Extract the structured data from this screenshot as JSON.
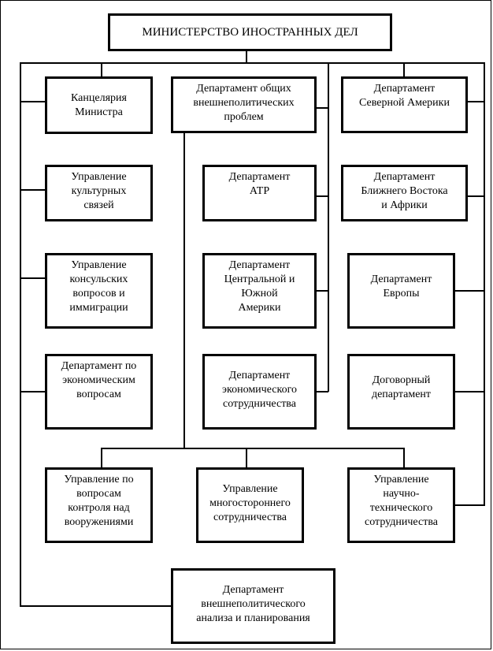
{
  "diagram": {
    "top": "МИНИСТЕРСТВО ИНОСТРАННЫХ ДЕЛ",
    "left_column": [
      "Канцелярия\nМинистра",
      "Управление\nкультурных\nсвязей",
      "Управление\nконсульских\nвопросов и\nиммиграции",
      "Департамент по\nэкономическим\nвопросам"
    ],
    "middle_column": [
      "Департамент общих\nвнешнеполитических\nпроблем",
      "Департамент\nАТР",
      "Департамент\nЦентральной и\nЮжной\nАмерики",
      "Департамент\nэкономического\nсотрудничества"
    ],
    "right_column": [
      "Департамент\nСеверной Америки",
      "Департамент\nБлижнего Востока\nи Африки",
      "Департамент\nЕвропы",
      "Договорный\nдепартамент"
    ],
    "bottom_row": [
      "Управление по\nвопросам\nконтроля над\nвооружениями",
      "Управление\nмногостороннего\nсотрудничества",
      "Управление\nнаучно-\nтехнического\nсотрудничества"
    ],
    "final": "Департамент\nвнешнеполитического\nанализа и планирования"
  }
}
